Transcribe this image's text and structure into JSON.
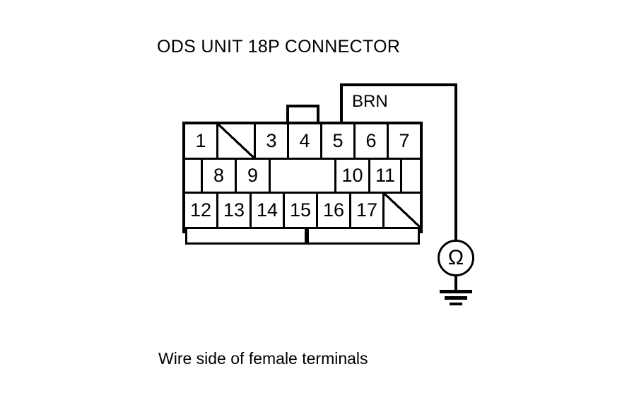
{
  "title": "ODS UNIT 18P CONNECTOR",
  "caption": "Wire side of female terminals",
  "wire": {
    "label": "BRN",
    "color_name": "BRN"
  },
  "meter": {
    "symbol": "Ω",
    "type": "ohmmeter",
    "ground": "chassis-ground"
  },
  "connector": {
    "name": "ODS UNIT 18P CONNECTOR",
    "pin_count": 18,
    "rows": [
      {
        "index": 1,
        "cells": [
          {
            "label": "1",
            "kind": "pin"
          },
          {
            "label": "",
            "kind": "unused-slash"
          },
          {
            "label": "3",
            "kind": "pin"
          },
          {
            "label": "4",
            "kind": "pin"
          },
          {
            "label": "5",
            "kind": "pin"
          },
          {
            "label": "6",
            "kind": "pin"
          },
          {
            "label": "7",
            "kind": "pin"
          }
        ]
      },
      {
        "index": 2,
        "cells": [
          {
            "label": "",
            "kind": "margin"
          },
          {
            "label": "8",
            "kind": "pin"
          },
          {
            "label": "9",
            "kind": "pin"
          },
          {
            "label": "",
            "kind": "blank"
          },
          {
            "label": "10",
            "kind": "pin"
          },
          {
            "label": "11",
            "kind": "pin"
          },
          {
            "label": "",
            "kind": "margin"
          }
        ]
      },
      {
        "index": 3,
        "cells": [
          {
            "label": "12",
            "kind": "pin"
          },
          {
            "label": "13",
            "kind": "pin"
          },
          {
            "label": "14",
            "kind": "pin"
          },
          {
            "label": "15",
            "kind": "pin"
          },
          {
            "label": "16",
            "kind": "pin"
          },
          {
            "label": "17",
            "kind": "pin"
          },
          {
            "label": "",
            "kind": "unused-slash"
          }
        ]
      }
    ]
  },
  "colors": {
    "line": "#000000",
    "background": "#ffffff"
  }
}
